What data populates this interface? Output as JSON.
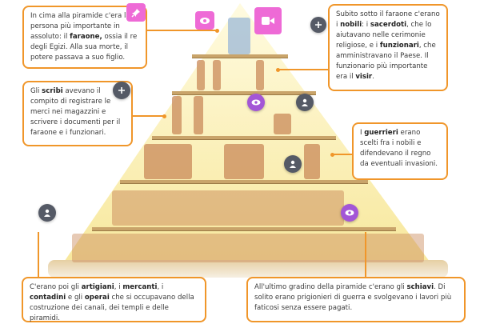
{
  "boxes": {
    "faraone": [
      {
        "t": "In cima alla piramide c'era la persona più importante in assoluto: il "
      },
      {
        "t": "faraone,",
        "b": true
      },
      {
        "t": " ossia il re degli Egizi. Alla sua morte, il potere passava a suo figlio."
      }
    ],
    "nobili": [
      {
        "t": "Subito sotto il faraone c'erano i "
      },
      {
        "t": "nobili",
        "b": true
      },
      {
        "t": ": i "
      },
      {
        "t": "sacerdoti",
        "b": true
      },
      {
        "t": ", che lo aiutavano nelle cerimonie religiose, e i "
      },
      {
        "t": "funzionari",
        "b": true
      },
      {
        "t": ", che amministravano il Paese. Il funzionario più importante era il "
      },
      {
        "t": "visir",
        "b": true
      },
      {
        "t": "."
      }
    ],
    "scribi": [
      {
        "t": "Gli "
      },
      {
        "t": "scribi",
        "b": true
      },
      {
        "t": " avevano il compito di registrare le merci nei magazzini e scrivere i documenti per il faraone e i funzionari."
      }
    ],
    "guerrieri": [
      {
        "t": "I "
      },
      {
        "t": "guerrieri",
        "b": true
      },
      {
        "t": " erano scelti fra i nobili e difendevano il regno da eventuali invasioni."
      }
    ],
    "artigiani": [
      {
        "t": "C'erano poi gli "
      },
      {
        "t": "artigiani",
        "b": true
      },
      {
        "t": ", i "
      },
      {
        "t": "mercanti",
        "b": true
      },
      {
        "t": ", i "
      },
      {
        "t": "contadini",
        "b": true
      },
      {
        "t": " e gli "
      },
      {
        "t": "operai",
        "b": true
      },
      {
        "t": " che si occupavano della costruzione dei canali, dei templi e delle piramidi."
      }
    ],
    "schiavi": [
      {
        "t": "All'ultimo gradino della piramide c'erano gli "
      },
      {
        "t": "schiavi",
        "b": true
      },
      {
        "t": ". Di solito erano prigionieri di guerra e svolgevano i lavori più faticosi senza essere pagati."
      }
    ]
  },
  "icons": {
    "pin": "pin-icon",
    "eye": "eye-icon",
    "video": "video-icon",
    "plus": "plus-icon",
    "person": "person-icon"
  },
  "colors": {
    "accent": "#f0962a",
    "pink": "#ee6ad6",
    "purple": "#a356d6",
    "gray": "#555a66"
  }
}
